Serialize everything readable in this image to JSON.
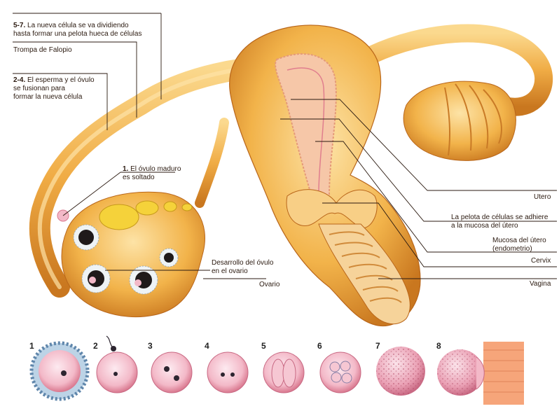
{
  "labels": {
    "cell_ball": {
      "num": "5-7.",
      "text": "La nueva célula se va dividiendo\nhasta formar una pelota hueca de células"
    },
    "fallopian": {
      "text": "Trompa de Falopio"
    },
    "fusion": {
      "num": "2-4.",
      "text": "El esperma y el óvulo\nse fusionan para\nformar la nueva célula"
    },
    "ovum_released": {
      "num": "1.",
      "text": "El óvulo maduro\nes soltado"
    },
    "ovum_development": {
      "text": "Desarrollo del óvulo\nen el ovario"
    },
    "ovary": {
      "text": "Ovario"
    },
    "uterus": {
      "text": "Utero"
    },
    "adheres": {
      "text": "La pelota de células se adhiere\na la mucosa del útero"
    },
    "endometrium": {
      "text": "Mucosa del útero\n(endometrio)"
    },
    "cervix": {
      "text": "Cervix"
    },
    "vagina": {
      "text": "Vagina"
    }
  },
  "stages": [
    "1",
    "2",
    "3",
    "4",
    "5",
    "6",
    "7",
    "8"
  ],
  "colors": {
    "tissue": "#f2b34a",
    "tissue_light": "#fbd98e",
    "tissue_dark": "#c9771f",
    "lining": "#f6c7a8",
    "cell": "#f3b9c8",
    "cell_dark": "#d9788f"
  }
}
